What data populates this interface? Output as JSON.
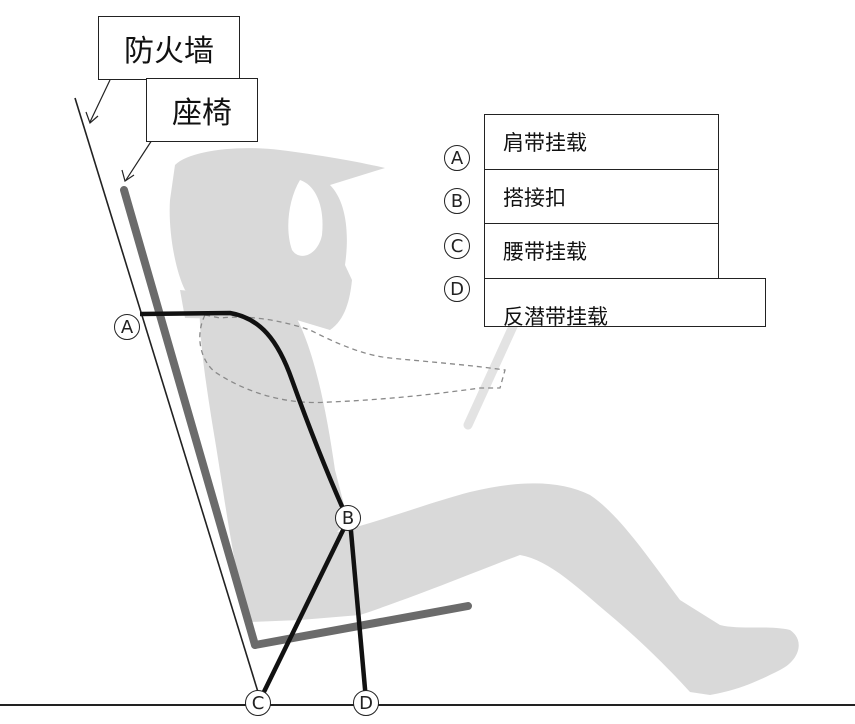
{
  "labels": {
    "firewall": "防火墙",
    "seat": "座椅"
  },
  "legend": [
    {
      "letter": "A",
      "text": "肩带挂载"
    },
    {
      "letter": "B",
      "text": "搭接扣"
    },
    {
      "letter": "C",
      "text": "腰带挂载"
    },
    {
      "letter": "D",
      "text": "反潜带挂载"
    }
  ],
  "points": {
    "a": "A",
    "b": "B",
    "c": "C",
    "d": "D"
  },
  "colors": {
    "figure": "#d9d9d9",
    "seat": "#6b6b6b",
    "harness": "#111111",
    "line": "#222222"
  }
}
